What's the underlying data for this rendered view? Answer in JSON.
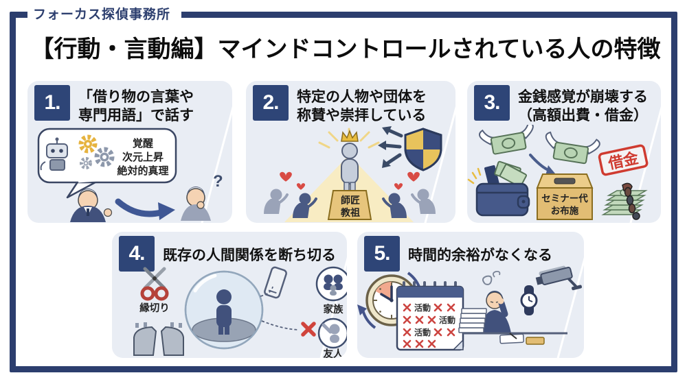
{
  "header": {
    "agency": "フォーカス探偵事務所",
    "title": "【行動・言動編】マインドコントロールされている人の特徴"
  },
  "palette": {
    "navy": "#2c3e6e",
    "number_box": "#2e4577",
    "card_bg": "#e9edf4",
    "accent_red": "#cf3b30",
    "accent_yellow": "#e8bc3f",
    "money_green": "#b9d4b4"
  },
  "cards": [
    {
      "number": "1.",
      "title_line1": "「借り物の言葉や",
      "title_line2": "専門用語」で話す",
      "bubble_line1": "覚醒",
      "bubble_line2": "次元上昇",
      "bubble_line3": "絶対的真理",
      "question_mark": "?"
    },
    {
      "number": "2.",
      "title_line1": "特定の人物や団体を",
      "title_line2": "称賛や崇拝している",
      "pedestal_line1": "師匠",
      "pedestal_line2": "教祖"
    },
    {
      "number": "3.",
      "title_line1": "金銭感覚が崩壊する",
      "title_line2": "（高額出費・借金）",
      "box_line1": "セミナー代",
      "box_line2": "お布施",
      "stamp": "借金"
    },
    {
      "number": "4.",
      "title_line1": "既存の人間関係を断ち切る",
      "label_cut": "縁切り",
      "label_family": "家族",
      "label_friend": "友人"
    },
    {
      "number": "5.",
      "title_line1": "時間的余裕がなくなる",
      "calendar_word": "活動"
    }
  ]
}
